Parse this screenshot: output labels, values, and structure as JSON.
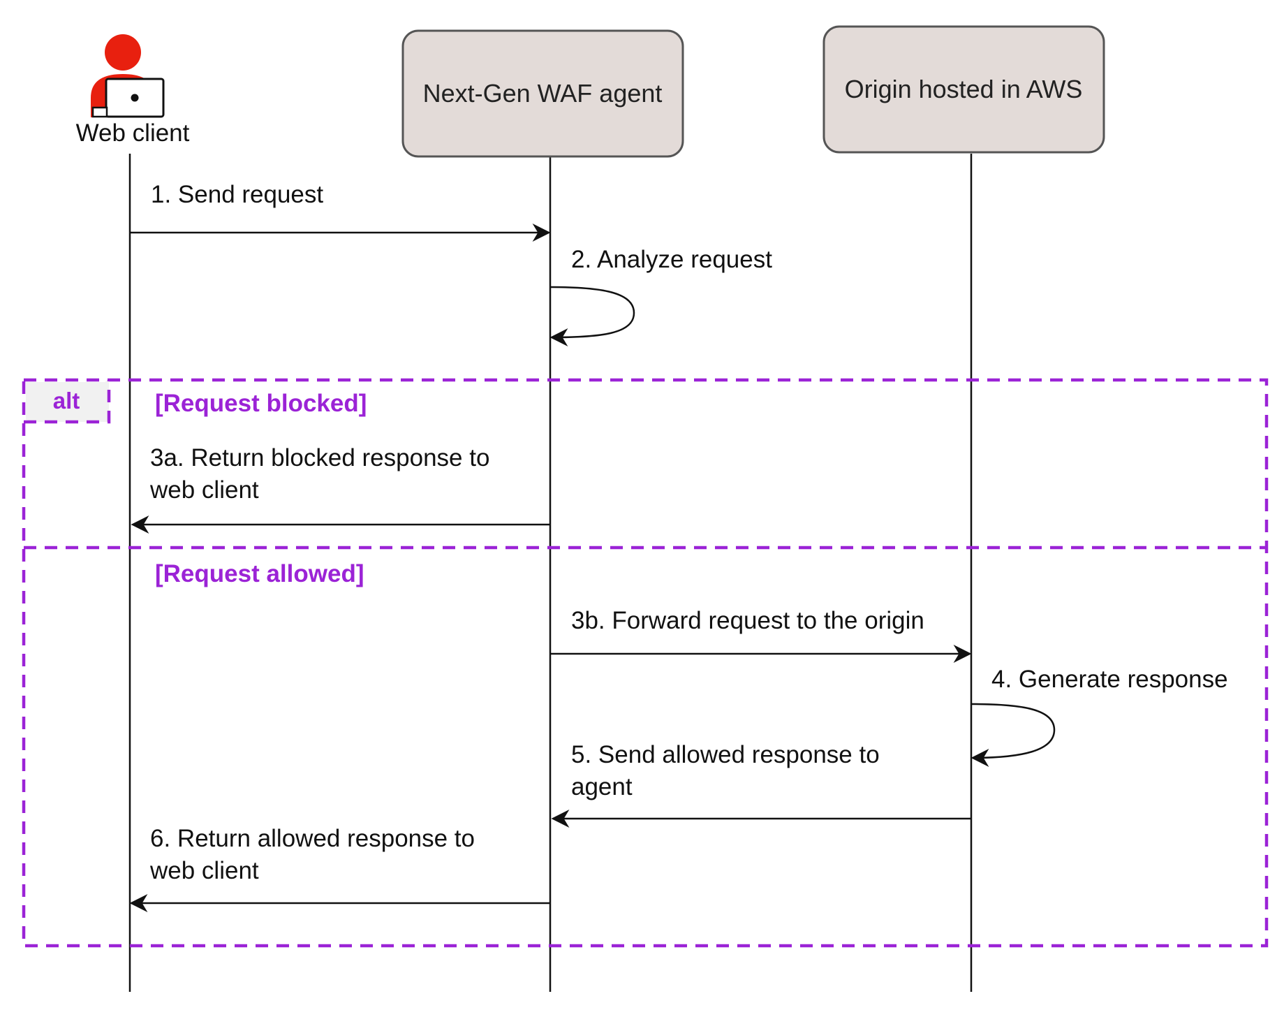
{
  "participants": {
    "web_client": {
      "label": "Web client"
    },
    "waf_agent": {
      "label": "Next-Gen WAF agent"
    },
    "origin": {
      "label": "Origin hosted in AWS"
    }
  },
  "messages": {
    "m1": "1. Send request",
    "m2": "2. Analyze request",
    "m3a_line1": "3a. Return blocked response to",
    "m3a_line2": "web client",
    "m3b": "3b. Forward request to the origin",
    "m4": "4. Generate response",
    "m5_line1": "5. Send allowed response to",
    "m5_line2": "agent",
    "m6_line1": "6. Return allowed response to",
    "m6_line2": "web client"
  },
  "fragment": {
    "operator": "alt",
    "guard_blocked": "[Request blocked]",
    "guard_allowed": "[Request allowed]"
  },
  "colors": {
    "fragment": "#9b23d6",
    "participant_fill": "#e3dbd8",
    "participant_stroke": "#555555",
    "actor_red": "#e8200f",
    "line": "#111111"
  },
  "icons": {
    "actor": "person-with-laptop-icon"
  }
}
